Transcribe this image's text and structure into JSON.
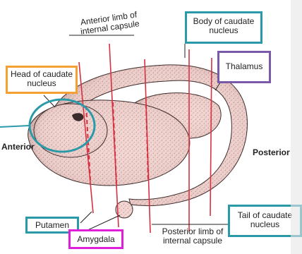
{
  "labels": {
    "anterior_limb_line1": "Anterior limb of",
    "anterior_limb_line2": "internal capsule",
    "body_caudate_line1": "Body of caudate",
    "body_caudate_line2": "nucleus",
    "thalamus": "Thalamus",
    "head_caudate_line1": "Head of caudate",
    "head_caudate_line2": "nucleus",
    "anterior": "Anterior",
    "posterior": "Posterior",
    "putamen": "Putamen",
    "amygdala": "Amygdala",
    "posterior_limb_line1": "Posterior limb of",
    "posterior_limb_line2": "internal capsule",
    "tail_caudate_line1": "Tail of caudate",
    "tail_caudate_line2": "nucleus"
  },
  "colors": {
    "teal_box": "#2a9aa8",
    "orange_box": "#f5a033",
    "purple_box": "#7a5aa8",
    "magenta_box": "#e020d8",
    "cut_lines": "#d83040",
    "structure_fill": "#f3d6d2",
    "stipple": "#7a5a5a"
  }
}
